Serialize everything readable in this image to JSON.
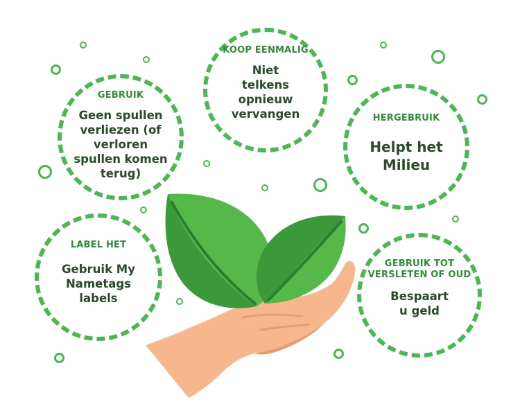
{
  "bubbles": [
    {
      "heading": "GEBRUIK",
      "body": "Geen spullen verliezen (of verloren spullen komen terug)"
    },
    {
      "heading": "KOOP EENMALIG",
      "body": "Niet telkens opnieuw vervangen"
    },
    {
      "heading": "HERGEBRUIK",
      "body": "Helpt het Milieu"
    },
    {
      "heading": "LABEL HET",
      "body": "Gebruik My Nametags labels"
    },
    {
      "heading": "GEBRUIK TOT VERSLETEN OF OUD",
      "body": "Bespaart u geld"
    }
  ],
  "colors": {
    "accent_green": "#49b84f",
    "heading_green": "#2f8e35",
    "text_dark": "#2b4a2a",
    "leaf_light": "#55b949",
    "leaf_dark": "#3a9a3a",
    "skin": "#f6b78c",
    "skin_shadow": "#e59d72"
  },
  "illustration": {
    "icon": "hand-holding-leaves-icon"
  }
}
